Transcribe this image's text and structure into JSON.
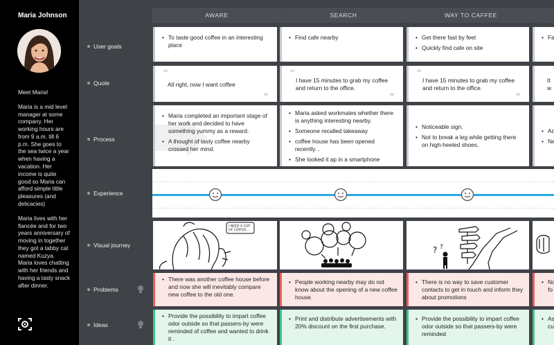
{
  "persona": {
    "name": "Maria Johnson",
    "bio": [
      "Meet Maria!",
      "Maria is a mid level manager at some company. Her working hours are from 9 a.m. till 6 p.m. She goes to the sea twice a year when having a vacation. Her income is quite good so Maria can afford simple little pleasures (and delicacies)",
      "Maria lives with her fiancée and for two years anniversary of moving in together they got a tabby cat named Kuzya. Maria loves chatting with her friends and having a tasty snack after dinner."
    ]
  },
  "rows": {
    "user_goals": "User goals",
    "quote": "Quote",
    "process": "Process",
    "experience": "Experience",
    "visual_journey": "Visual journey",
    "problems": "Problems",
    "ideas": "Ideas"
  },
  "stages": [
    {
      "title": "AWARE",
      "goals": [
        "To taste good coffee in an interesting place"
      ],
      "quote": "All right, now I want coffee",
      "process": [
        "Maria completed an important stage of her work and decided to have something yummy as a reward.",
        "A thought of tasty coffee nearby crossed her mind."
      ],
      "problems": [
        "There was another coffee house before and now she will inevitably compare new coffee to the old one."
      ],
      "ideas": [
        "Provide the possibility to impart coffee odor outside so that passers-by were reminded of coffee and wanted to drink it ."
      ]
    },
    {
      "title": "SEARCH",
      "goals": [
        "Find cafe nearby"
      ],
      "quote": "I have 15 minutes to grab my coffee and return to the office.",
      "process": [
        "Maria asked workmates whether there is anything interesting nearby.",
        "Someone recalled takeaway",
        "coffee house has been opened recently. .",
        "She looked it ap in a smartphone"
      ],
      "problems": [
        "People working nearby may do not know about the opening of a new coffee house."
      ],
      "ideas": [
        "Print and distribute advertisements with 20% discount on the first purchase."
      ]
    },
    {
      "title": "WAY TO CAFFEE",
      "goals": [
        "Get there fast by feet",
        "Quickly find cafe on site"
      ],
      "quote": "I have 15 minutes to grab my coffee and return to the office.",
      "process": [
        "Noticeable sign.",
        "Not to break a leg while getting there on high-heeled shoes."
      ],
      "problems": [
        "There is no way to save customer contacts to get in touch and inform they about promotions"
      ],
      "ideas": [
        "Provide the possibility to impart coffee odor outside so that passers-by were reminded"
      ]
    },
    {
      "title": "",
      "goals": [
        "Fa"
      ],
      "quote": "It\nw",
      "process": [
        "Ac",
        "Ne"
      ],
      "problems": [
        "No\nfo"
      ],
      "ideas": [
        "As\ncu"
      ]
    }
  ],
  "sketch_texts": {
    "speech_bubble": "I NEED A CUP OF COFFEE..."
  },
  "colors": {
    "experience_line": "#27a9e1",
    "problem_accent": "#ee5e58",
    "idea_accent": "#3fc48b"
  },
  "icons": {
    "camera": "camera-icon",
    "bulb": "lightbulb-icon",
    "smiley": "smiley-icon"
  }
}
